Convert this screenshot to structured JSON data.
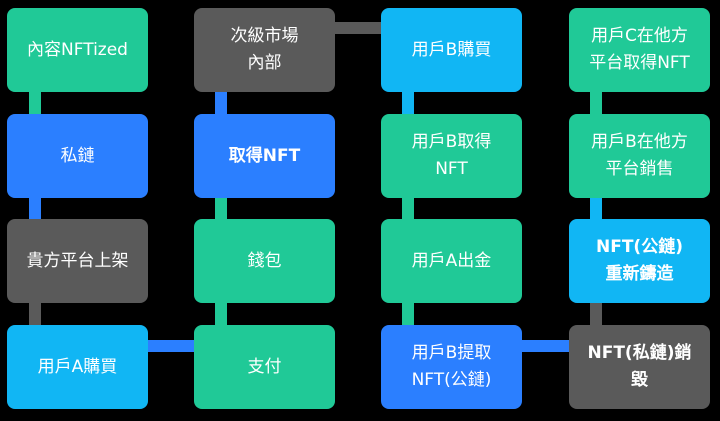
{
  "colors": {
    "teal": "#20c997",
    "blue": "#2b7fff",
    "cyan": "#11b6f4",
    "gray": "#5a5a5a"
  },
  "columns": [
    {
      "nodes": [
        {
          "label": "內容NFTized",
          "color": "teal"
        },
        {
          "label": "私鏈",
          "color": "blue"
        },
        {
          "label": "貴方平台上架",
          "color": "gray"
        },
        {
          "label": "用戶A購買",
          "color": "cyan"
        }
      ]
    },
    {
      "nodes": [
        {
          "label": "次級市場\n內部",
          "color": "gray"
        },
        {
          "label": "取得NFT",
          "color": "blue"
        },
        {
          "label": "錢包",
          "color": "teal"
        },
        {
          "label": "支付",
          "color": "teal"
        }
      ]
    },
    {
      "nodes": [
        {
          "label": "用戶B購買",
          "color": "cyan"
        },
        {
          "label": "用戶B取得\nNFT",
          "color": "teal"
        },
        {
          "label": "用戶A出金",
          "color": "teal"
        },
        {
          "label": "用戶B提取\nNFT(公鏈)",
          "color": "blue"
        }
      ]
    },
    {
      "nodes": [
        {
          "label": "用戶C在他方\n平台取得NFT",
          "color": "teal"
        },
        {
          "label": "用戶B在他方\n平台銷售",
          "color": "teal"
        },
        {
          "label": "NFT(公鏈)\n重新鑄造",
          "color": "cyan"
        },
        {
          "label": "NFT(私鏈)銷\n毀",
          "color": "gray"
        }
      ]
    }
  ]
}
